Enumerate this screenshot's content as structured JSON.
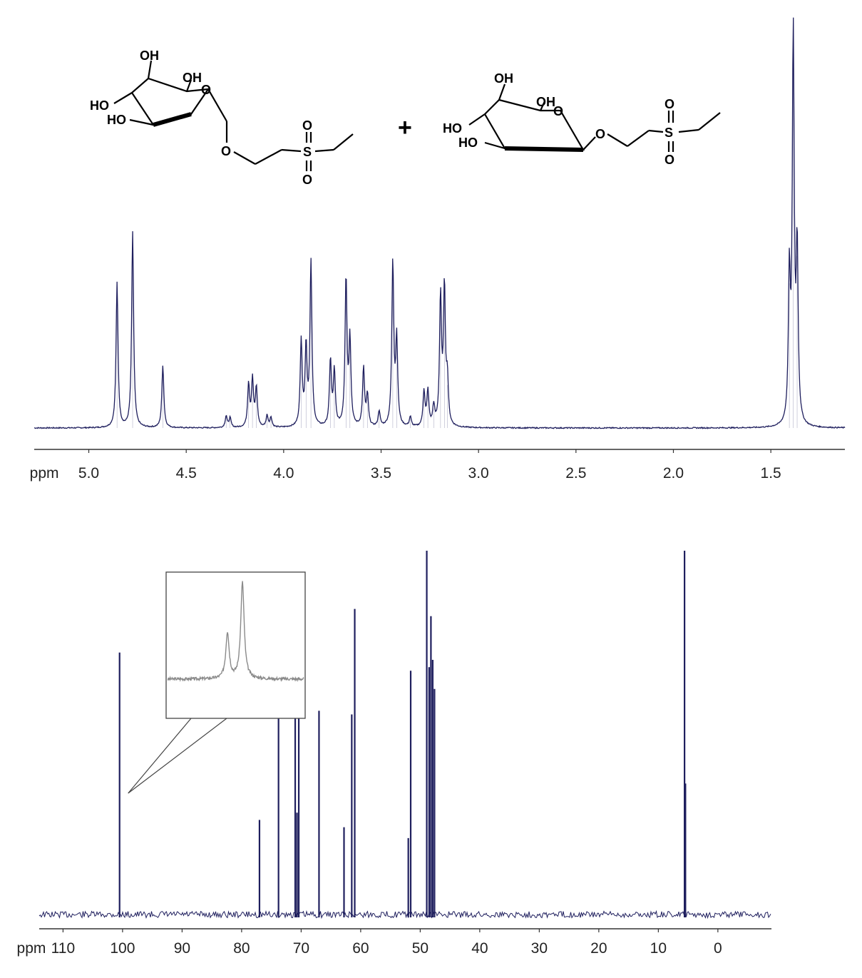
{
  "colors": {
    "spectrum": "#1f1f5e",
    "inset": "#8a8a8a",
    "axis": "#333333",
    "background": "#ffffff"
  },
  "structures": {
    "plus_sign": "+",
    "atoms": {
      "oh": "OH",
      "ho": "HO",
      "o": "O",
      "s": "S"
    }
  },
  "chart_data": [
    {
      "type": "line",
      "nucleus": "1H",
      "xlabel_prefix": "ppm",
      "x_reversed": true,
      "xlim": [
        5.28,
        1.12
      ],
      "ticks": [
        {
          "value": 5.0,
          "label": "5.0",
          "prefix": true
        },
        {
          "value": 4.5,
          "label": "4.5"
        },
        {
          "value": 4.0,
          "label": "4.0"
        },
        {
          "value": 3.5,
          "label": "3.5"
        },
        {
          "value": 3.0,
          "label": "3.0"
        },
        {
          "value": 2.5,
          "label": "2.5"
        },
        {
          "value": 2.0,
          "label": "2.0"
        },
        {
          "value": 1.5,
          "label": "1.5"
        }
      ],
      "peaks": [
        {
          "ppm": 4.855,
          "intensity": 0.37
        },
        {
          "ppm": 4.775,
          "intensity": 0.5
        },
        {
          "ppm": 4.62,
          "intensity": 0.16
        },
        {
          "ppm": 4.295,
          "intensity": 0.03
        },
        {
          "ppm": 4.275,
          "intensity": 0.025
        },
        {
          "ppm": 4.18,
          "intensity": 0.11
        },
        {
          "ppm": 4.16,
          "intensity": 0.12
        },
        {
          "ppm": 4.14,
          "intensity": 0.1
        },
        {
          "ppm": 4.085,
          "intensity": 0.03
        },
        {
          "ppm": 4.065,
          "intensity": 0.025
        },
        {
          "ppm": 3.91,
          "intensity": 0.22
        },
        {
          "ppm": 3.885,
          "intensity": 0.2
        },
        {
          "ppm": 3.86,
          "intensity": 0.42
        },
        {
          "ppm": 3.76,
          "intensity": 0.17
        },
        {
          "ppm": 3.74,
          "intensity": 0.14
        },
        {
          "ppm": 3.68,
          "intensity": 0.38
        },
        {
          "ppm": 3.66,
          "intensity": 0.22
        },
        {
          "ppm": 3.59,
          "intensity": 0.15
        },
        {
          "ppm": 3.57,
          "intensity": 0.08
        },
        {
          "ppm": 3.51,
          "intensity": 0.04
        },
        {
          "ppm": 3.44,
          "intensity": 0.42
        },
        {
          "ppm": 3.42,
          "intensity": 0.22
        },
        {
          "ppm": 3.35,
          "intensity": 0.025
        },
        {
          "ppm": 3.28,
          "intensity": 0.09
        },
        {
          "ppm": 3.26,
          "intensity": 0.09
        },
        {
          "ppm": 3.23,
          "intensity": 0.05
        },
        {
          "ppm": 3.195,
          "intensity": 0.33
        },
        {
          "ppm": 3.175,
          "intensity": 0.35
        },
        {
          "ppm": 3.16,
          "intensity": 0.11
        },
        {
          "ppm": 1.405,
          "intensity": 0.37
        },
        {
          "ppm": 1.385,
          "intensity": 1.0
        },
        {
          "ppm": 1.365,
          "intensity": 0.44
        }
      ],
      "linewidth_ppm": 0.006
    },
    {
      "type": "line",
      "nucleus": "13C",
      "xlabel_prefix": "ppm",
      "x_reversed": true,
      "xlim": [
        114,
        -9
      ],
      "ticks": [
        {
          "value": 110,
          "label": "110",
          "prefix": true
        },
        {
          "value": 100,
          "label": "100"
        },
        {
          "value": 90,
          "label": "90"
        },
        {
          "value": 80,
          "label": "80"
        },
        {
          "value": 70,
          "label": "70"
        },
        {
          "value": 60,
          "label": "60"
        },
        {
          "value": 50,
          "label": "50"
        },
        {
          "value": 40,
          "label": "40"
        },
        {
          "value": 30,
          "label": "30"
        },
        {
          "value": 20,
          "label": "20"
        },
        {
          "value": 10,
          "label": "10"
        },
        {
          "value": 0,
          "label": "0"
        }
      ],
      "peaks": [
        {
          "ppm": 100.5,
          "intensity": 0.72
        },
        {
          "ppm": 77.0,
          "intensity": 0.26
        },
        {
          "ppm": 73.8,
          "intensity": 0.55
        },
        {
          "ppm": 71.0,
          "intensity": 0.55
        },
        {
          "ppm": 70.7,
          "intensity": 0.28
        },
        {
          "ppm": 70.4,
          "intensity": 0.55
        },
        {
          "ppm": 67.0,
          "intensity": 0.56
        },
        {
          "ppm": 62.8,
          "intensity": 0.24
        },
        {
          "ppm": 61.5,
          "intensity": 0.55
        },
        {
          "ppm": 61.0,
          "intensity": 0.84
        },
        {
          "ppm": 52.0,
          "intensity": 0.21
        },
        {
          "ppm": 51.6,
          "intensity": 0.67
        },
        {
          "ppm": 48.9,
          "intensity": 1.0
        },
        {
          "ppm": 48.5,
          "intensity": 0.68
        },
        {
          "ppm": 48.2,
          "intensity": 0.82
        },
        {
          "ppm": 47.9,
          "intensity": 0.7
        },
        {
          "ppm": 47.6,
          "intensity": 0.62
        },
        {
          "ppm": 5.6,
          "intensity": 1.0
        },
        {
          "ppm": 5.45,
          "intensity": 0.36
        }
      ],
      "inset": {
        "description_none": "",
        "peaks": [
          {
            "offset": -0.12,
            "intensity": 0.48
          },
          {
            "offset": 0.1,
            "intensity": 1.0
          }
        ]
      }
    }
  ]
}
